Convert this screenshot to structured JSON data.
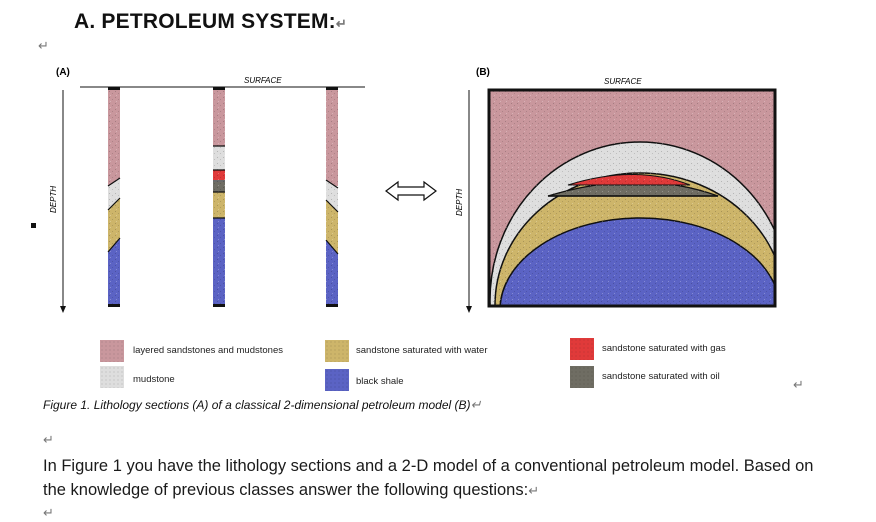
{
  "heading": "A. PETROLEUM SYSTEM:",
  "paragraph_mark": "↵",
  "panel_a": {
    "label": "(A)",
    "surface": "SURFACE",
    "depth": "DEPTH"
  },
  "panel_b": {
    "label": "(B)",
    "surface": "SURFACE",
    "depth": "DEPTH"
  },
  "legend": [
    {
      "label": "layered sandstones and mudstones",
      "color": "#c9979d"
    },
    {
      "label": "sandstone saturated with water",
      "color": "#cdb56a"
    },
    {
      "label": "sandstone saturated with gas",
      "color": "#e03a3a"
    },
    {
      "label": "mudstone",
      "color": "#dedede"
    },
    {
      "label": "black shale",
      "color": "#5b63c4"
    },
    {
      "label": "sandstone saturated with oil",
      "color": "#6f6d63"
    }
  ],
  "caption": "Figure 1. Lithology sections (A) of a classical 2-dimensional petroleum model (B)",
  "paragraph": "In Figure 1 you have the lithology sections and a 2-D model of a conventional petroleum model. Based on the knowledge of previous classes answer the following questions:"
}
